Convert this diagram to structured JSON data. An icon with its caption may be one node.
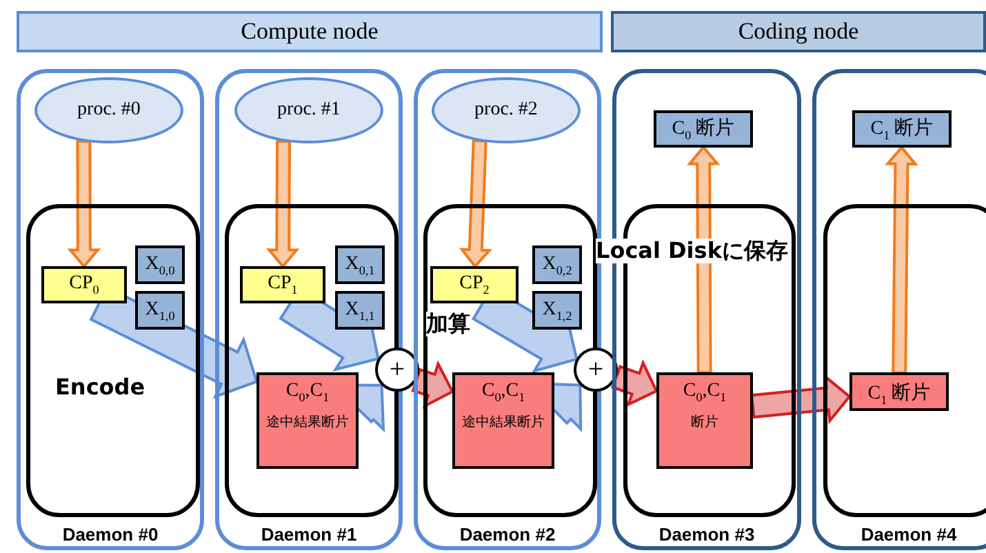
{
  "diagram": {
    "nodes": [
      {
        "text": [
          "Compute node"
        ]
      },
      {
        "text": [
          "Coding node"
        ]
      },
      {
        "text": [
          "Daemon #0"
        ]
      },
      {
        "text": [
          "proc. #0"
        ],
        "in": 2
      },
      {
        "text": [],
        "shape": "box",
        "in": 2
      },
      {
        "text": [
          "CP$_{0}$"
        ],
        "in": 4
      },
      {
        "text": [
          "X$_{0,0}$"
        ],
        "in": 4
      },
      {
        "text": [
          "X$_{1,0}$"
        ],
        "in": 4
      },
      {
        "text": [
          "Daemon #1"
        ]
      },
      {
        "text": [
          "proc. #1"
        ],
        "in": 8
      },
      {
        "text": [],
        "shape": "box",
        "in": 8
      },
      {
        "text": [
          "CP$_{1}$"
        ],
        "in": 10
      },
      {
        "text": [
          "X$_{0,1}$"
        ],
        "in": 10
      },
      {
        "text": [
          "X$_{1,1}$"
        ],
        "in": 10
      },
      {
        "text": [
          "C$_{0}$,C$_{1}$",
          "途中結果断片"
        ],
        "in": 10
      },
      {
        "text": [
          "+"
        ]
      },
      {
        "text": [
          "Daemon #2"
        ]
      },
      {
        "text": [
          "proc. #2"
        ],
        "in": 16
      },
      {
        "text": [],
        "shape": "box",
        "in": 16
      },
      {
        "text": [
          "CP$_{2}$"
        ],
        "in": 18
      },
      {
        "text": [
          "X$_{0,2}$"
        ],
        "in": 18
      },
      {
        "text": [
          "X$_{1,2}$"
        ],
        "in": 18
      },
      {
        "text": [
          "C$_{0}$,C$_{1}$",
          "途中結果断片"
        ],
        "in": 18
      },
      {
        "text": [
          "+"
        ]
      },
      {
        "text": [
          "Daemon #3"
        ]
      },
      {
        "text": [
          "C$_{0}$ 断片"
        ],
        "in": 24
      },
      {
        "text": [],
        "shape": "box",
        "in": 24
      },
      {
        "text": [
          "C$_{0}$,C$_{1}$",
          "断片"
        ],
        "in": 26
      },
      {
        "text": [
          "Daemon #4"
        ]
      },
      {
        "text": [
          "C$_{1}$ 断片"
        ],
        "in": 28
      },
      {
        "text": [],
        "shape": "box",
        "in": 28
      },
      {
        "text": [
          "C$_{1}$ 断片"
        ],
        "in": 30
      }
    ],
    "edges": [
      {
        "from": 3,
        "to": 5,
        "arrow": "to",
        "style": "thick",
        "color": "#f07c1e"
      },
      {
        "from": 9,
        "to": 11,
        "arrow": "to",
        "style": "thick",
        "color": "#f07c1e"
      },
      {
        "from": 17,
        "to": 19,
        "arrow": "to",
        "style": "thick",
        "color": "#f07c1e"
      },
      {
        "from": 5,
        "to": 14,
        "arrow": "to",
        "style": "thick",
        "color": "#5b8ed6"
      },
      {
        "from": 11,
        "to": 15,
        "arrow": "to",
        "style": "thick",
        "color": "#5b8ed6"
      },
      {
        "from": 14,
        "to": 15,
        "arrow": "to",
        "style": "thick",
        "color": "#5b8ed6"
      },
      {
        "from": 15,
        "to": 22,
        "arrow": "to",
        "style": "thick",
        "color": "#d42020"
      },
      {
        "from": 19,
        "to": 23,
        "arrow": "to",
        "style": "thick",
        "color": "#5b8ed6"
      },
      {
        "from": 22,
        "to": 23,
        "arrow": "to",
        "style": "thick",
        "color": "#5b8ed6"
      },
      {
        "from": 23,
        "to": 27,
        "arrow": "to",
        "style": "thick",
        "color": "#d42020"
      },
      {
        "from": 27,
        "to": 31,
        "arrow": "to",
        "style": "thick",
        "color": "#d42020"
      },
      {
        "from": 27,
        "to": 25,
        "arrow": "to",
        "style": "thick",
        "color": "#f07c1e"
      },
      {
        "from": 31,
        "to": 29,
        "arrow": "to",
        "style": "thick",
        "color": "#f07c1e"
      }
    ],
    "labels": [
      "Local Diskに保存",
      "加算",
      "Encode"
    ]
  }
}
